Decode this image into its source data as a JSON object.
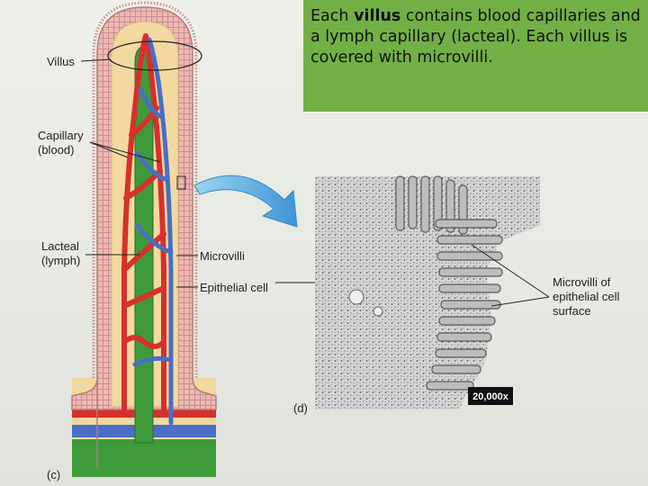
{
  "caption": {
    "prefix": "Each ",
    "bold": "villus",
    "rest": " contains blood capillaries and a lymph capillary (lacteal).  Each villus is covered with microvilli."
  },
  "diagram_c": {
    "panel_label": "(c)",
    "labels": {
      "villus": "Villus",
      "capillary_line1": "Capillary",
      "capillary_line2": "(blood)",
      "lacteal_line1": "Lacteal",
      "lacteal_line2": "(lymph)",
      "microvilli": "Microvilli",
      "epithelial_cell": "Epithelial cell"
    }
  },
  "micrograph_d": {
    "panel_label": "(d)",
    "magnification": "20,000x",
    "label_line1": "Microvilli of",
    "label_line2": "epithelial cell",
    "label_line3": "surface"
  },
  "colors": {
    "caption_bg": "#72b045",
    "blood_capillary": "#d7302e",
    "vein": "#4a6fc4",
    "lacteal": "#3f9a3a",
    "tissue": "#f3d9a0",
    "epithelium": "#efb8b5",
    "arrow": "#4aa3dc"
  }
}
